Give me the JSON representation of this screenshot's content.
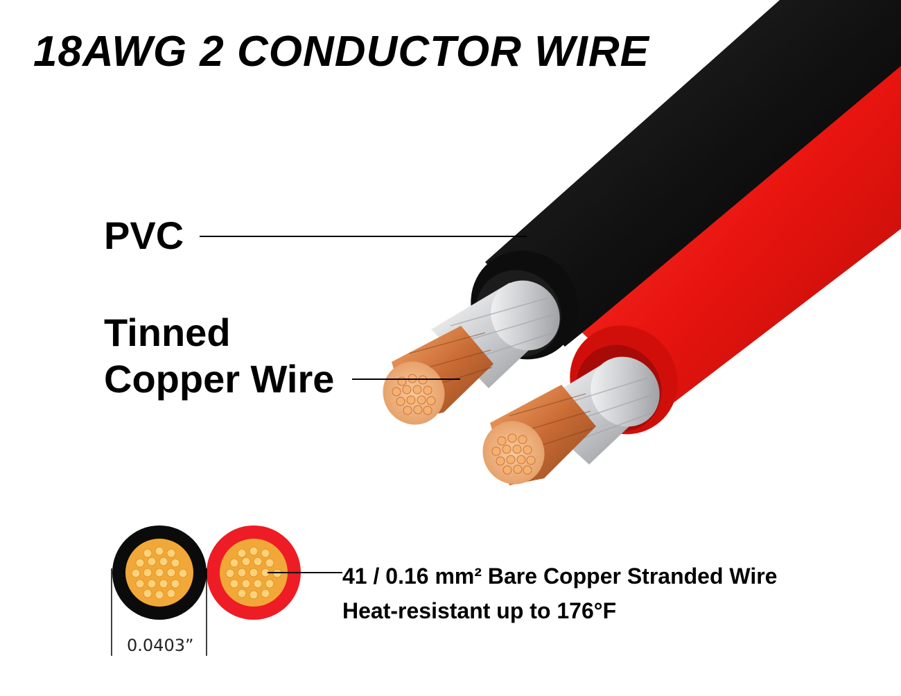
{
  "title": "18AWG 2 CONDUCTOR WIRE",
  "callouts": {
    "pvc": "PVC",
    "tinned_line1": "Tinned",
    "tinned_line2": "Copper Wire"
  },
  "specs": {
    "stranding": "41 / 0.16 mm² Bare Copper Stranded Wire",
    "heat": "Heat-resistant up to 176°F"
  },
  "dimension": "0.0403”",
  "colors": {
    "black_jacket": "#161616",
    "red_jacket": "#e8140f",
    "copper": "#d9884f",
    "tin": "#d8dadd",
    "strand": "#f6b85a"
  }
}
